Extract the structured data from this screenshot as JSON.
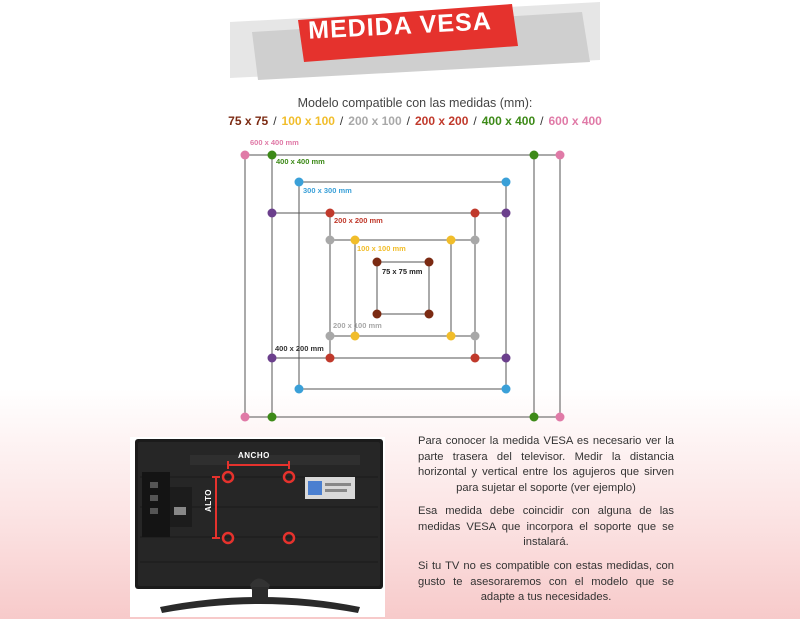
{
  "banner": {
    "title": "MEDIDA VESA"
  },
  "subtitle": "Modelo compatible con las medidas (mm):",
  "sizes": [
    {
      "label": "75 x 75",
      "color": "#7b2a12"
    },
    {
      "label": "100 x 100",
      "color": "#f1bd2a"
    },
    {
      "label": "200 x 100",
      "color": "#a8a8a8"
    },
    {
      "label": "200 x 200",
      "color": "#c0392b"
    },
    {
      "label": "400 x 400",
      "color": "#3d8a18"
    },
    {
      "label": "600 x 400",
      "color": "#e07aa7"
    }
  ],
  "separator": "/",
  "diagram_labels": {
    "s600x400": "600 x 400 mm",
    "s400x400": "400 x 400 mm",
    "s300x300": "300 x 300 mm",
    "s200x200": "200 x 200 mm",
    "s100x100": "100 x 100 mm",
    "s75x75": "75 x 75 mm",
    "s200x100": "200 x 100 mm",
    "s400x200": "400 x 200 mm"
  },
  "diagram_colors": {
    "s600x400": "#e07aa7",
    "s400x400": "#3d8a18",
    "s300x300": "#3aa0d8",
    "s400x200": "#6b3f8c",
    "s200x200": "#c0392b",
    "s200x100": "#a8a8a8",
    "s100x100": "#f1bd2a",
    "s75x75": "#7b2a12"
  },
  "tv": {
    "width_label": "ANCHO",
    "height_label": "ALTO"
  },
  "description": {
    "p1": "Para conocer la medida VESA es necesario ver la parte trasera del televisor. Medir la distancia horizontal y vertical entre los agujeros que sirven para sujetar el soporte (ver ejemplo)",
    "p2": "Esa medida debe coincidir con alguna de las medidas VESA que incorpora el soporte que se instalará.",
    "p3": "Si tu TV no es compatible con estas medidas, con gusto te asesoraremos con el modelo que se adapte a tus necesidades."
  }
}
